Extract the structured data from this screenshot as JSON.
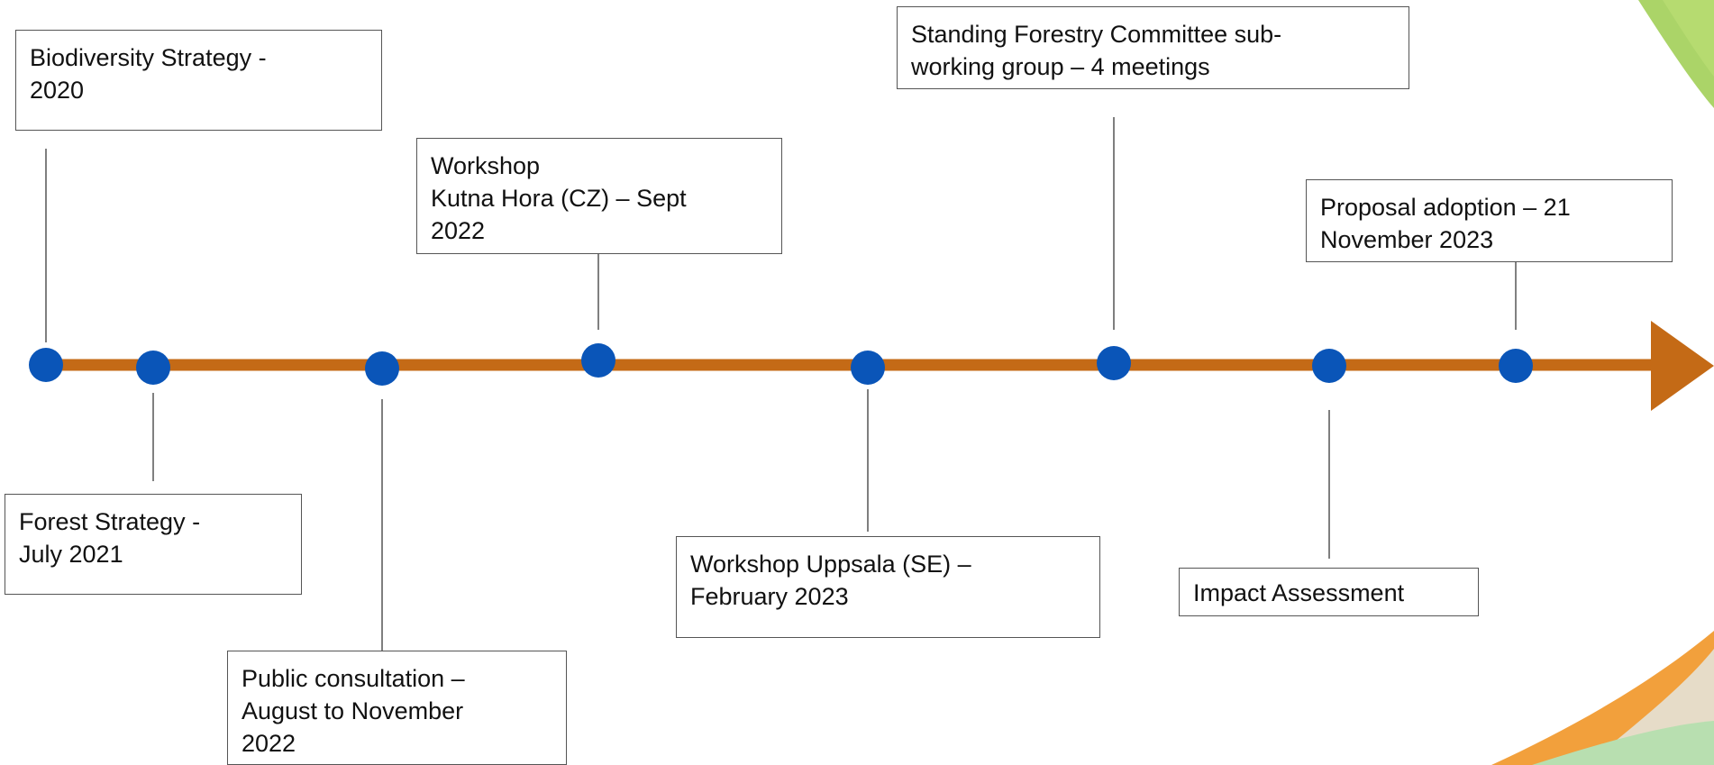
{
  "colors": {
    "arrow": "#c46a16",
    "dot": "#0a55b8",
    "connector": "#555555",
    "leaf_green": "#9ccd4e",
    "leaf_orange": "#f2a03c"
  },
  "icons": [
    "leaf-decoration",
    "timeline-dot"
  ],
  "milestones": [
    {
      "label": "Biodiversity Strategy -\n2020"
    },
    {
      "label": "Forest  Strategy -\nJuly 2021"
    },
    {
      "label": "Public consultation –\nAugust to November\n2022"
    },
    {
      "label": "Workshop\nKutna Hora (CZ) – Sept\n2022"
    },
    {
      "label": "Workshop Uppsala (SE) –\nFebruary 2023"
    },
    {
      "label": "Standing Forestry Committee sub-\nworking group – 4 meetings"
    },
    {
      "label": "Impact Assessment"
    },
    {
      "label": "Proposal adoption – 21\nNovember 2023"
    }
  ]
}
